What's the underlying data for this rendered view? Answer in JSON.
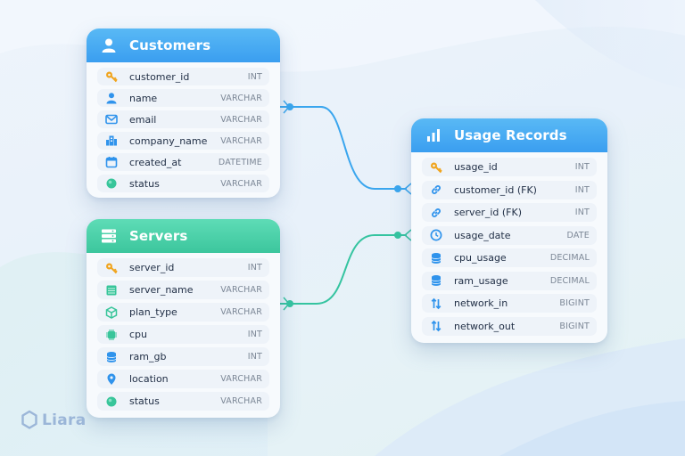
{
  "tables": {
    "customers": {
      "title": "Customers",
      "icon": "user-icon",
      "header_color": "#3a9ef0",
      "fields": [
        {
          "name": "customer_id",
          "type": "INT",
          "icon": "key-icon"
        },
        {
          "name": "name",
          "type": "VARCHAR",
          "icon": "user-icon"
        },
        {
          "name": "email",
          "type": "VARCHAR",
          "icon": "envelope-icon"
        },
        {
          "name": "company_name",
          "type": "VARCHAR",
          "icon": "building-icon"
        },
        {
          "name": "created_at",
          "type": "DATETIME",
          "icon": "calendar-icon"
        },
        {
          "name": "status",
          "type": "VARCHAR",
          "icon": "status-dot-icon"
        }
      ]
    },
    "servers": {
      "title": "Servers",
      "icon": "server-icon",
      "header_color": "#3cc69d",
      "fields": [
        {
          "name": "server_id",
          "type": "INT",
          "icon": "key-icon"
        },
        {
          "name": "server_name",
          "type": "VARCHAR",
          "icon": "server-rack-icon"
        },
        {
          "name": "plan_type",
          "type": "VARCHAR",
          "icon": "cube-icon"
        },
        {
          "name": "cpu",
          "type": "INT",
          "icon": "chip-icon"
        },
        {
          "name": "ram_gb",
          "type": "INT",
          "icon": "database-icon"
        },
        {
          "name": "location",
          "type": "VARCHAR",
          "icon": "location-pin-icon"
        },
        {
          "name": "status",
          "type": "VARCHAR",
          "icon": "status-dot-icon"
        }
      ]
    },
    "usage": {
      "title": "Usage Records",
      "icon": "bar-chart-icon",
      "header_color": "#3a9ef0",
      "fields": [
        {
          "name": "usage_id",
          "type": "INT",
          "icon": "key-icon"
        },
        {
          "name": "customer_id (FK)",
          "type": "INT",
          "icon": "link-icon"
        },
        {
          "name": "server_id (FK)",
          "type": "INT",
          "icon": "link-icon"
        },
        {
          "name": "usage_date",
          "type": "DATE",
          "icon": "clock-icon"
        },
        {
          "name": "cpu_usage",
          "type": "DECIMAL",
          "icon": "database-icon"
        },
        {
          "name": "ram_usage",
          "type": "DECIMAL",
          "icon": "database-icon"
        },
        {
          "name": "network_in",
          "type": "BIGINT",
          "icon": "transfer-arrows-icon"
        },
        {
          "name": "network_out",
          "type": "BIGINT",
          "icon": "transfer-arrows-icon"
        }
      ]
    }
  },
  "relationships": [
    {
      "from": "Customers",
      "to": "Usage Records",
      "color": "#3aa6ee"
    },
    {
      "from": "Servers",
      "to": "Usage Records",
      "color": "#35c4a0"
    }
  ],
  "brand": {
    "name": "Liara",
    "color": "#9bb6d8"
  },
  "colors": {
    "key": "#f0a51f",
    "blue_icon": "#2f93ec",
    "green_icon": "#38c59a",
    "field_text": "#1f2d44",
    "type_text": "#7c8796"
  }
}
